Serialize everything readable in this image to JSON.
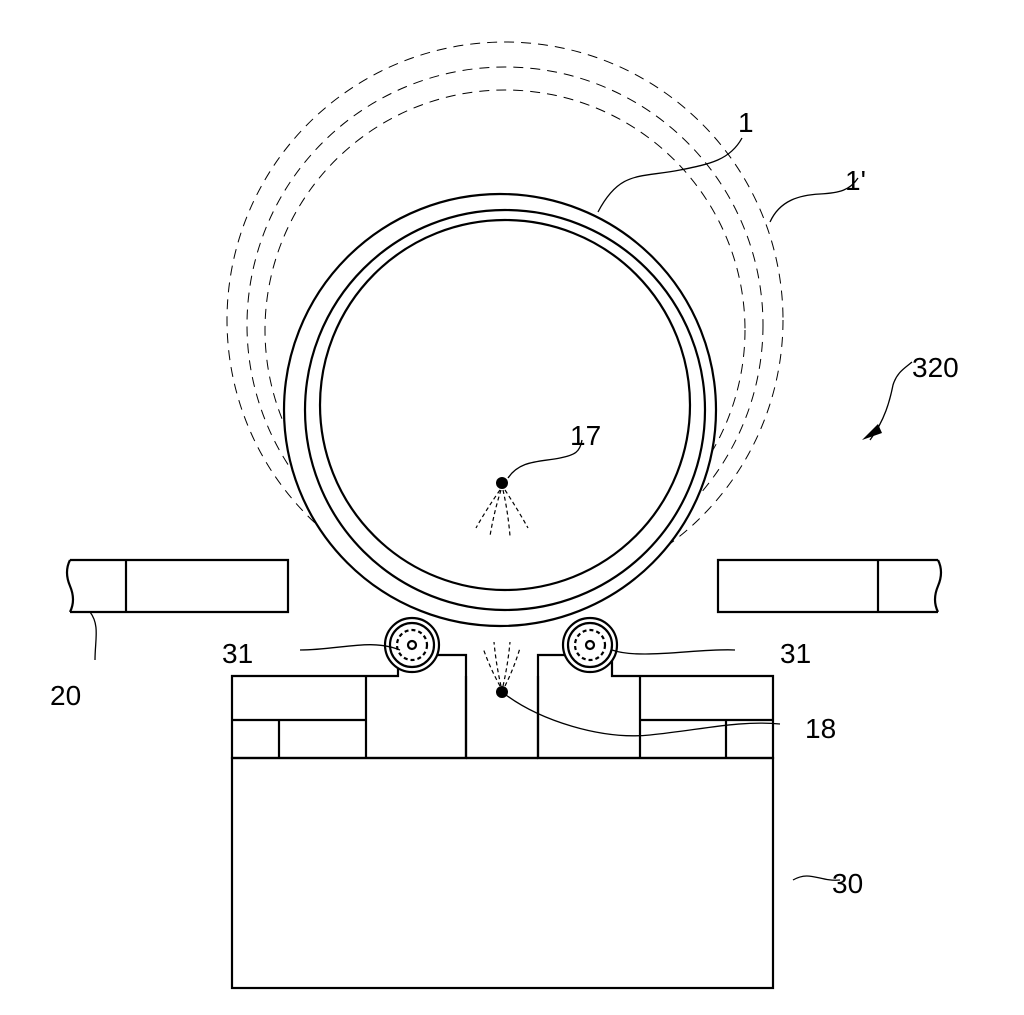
{
  "labels": {
    "drum": "1",
    "drum_enlarged": "1'",
    "assembly": "320",
    "upper_nozzle": "17",
    "lower_nozzle": "18",
    "side_frame": "20",
    "left_roller": "31",
    "right_roller": "31",
    "base": "30"
  }
}
